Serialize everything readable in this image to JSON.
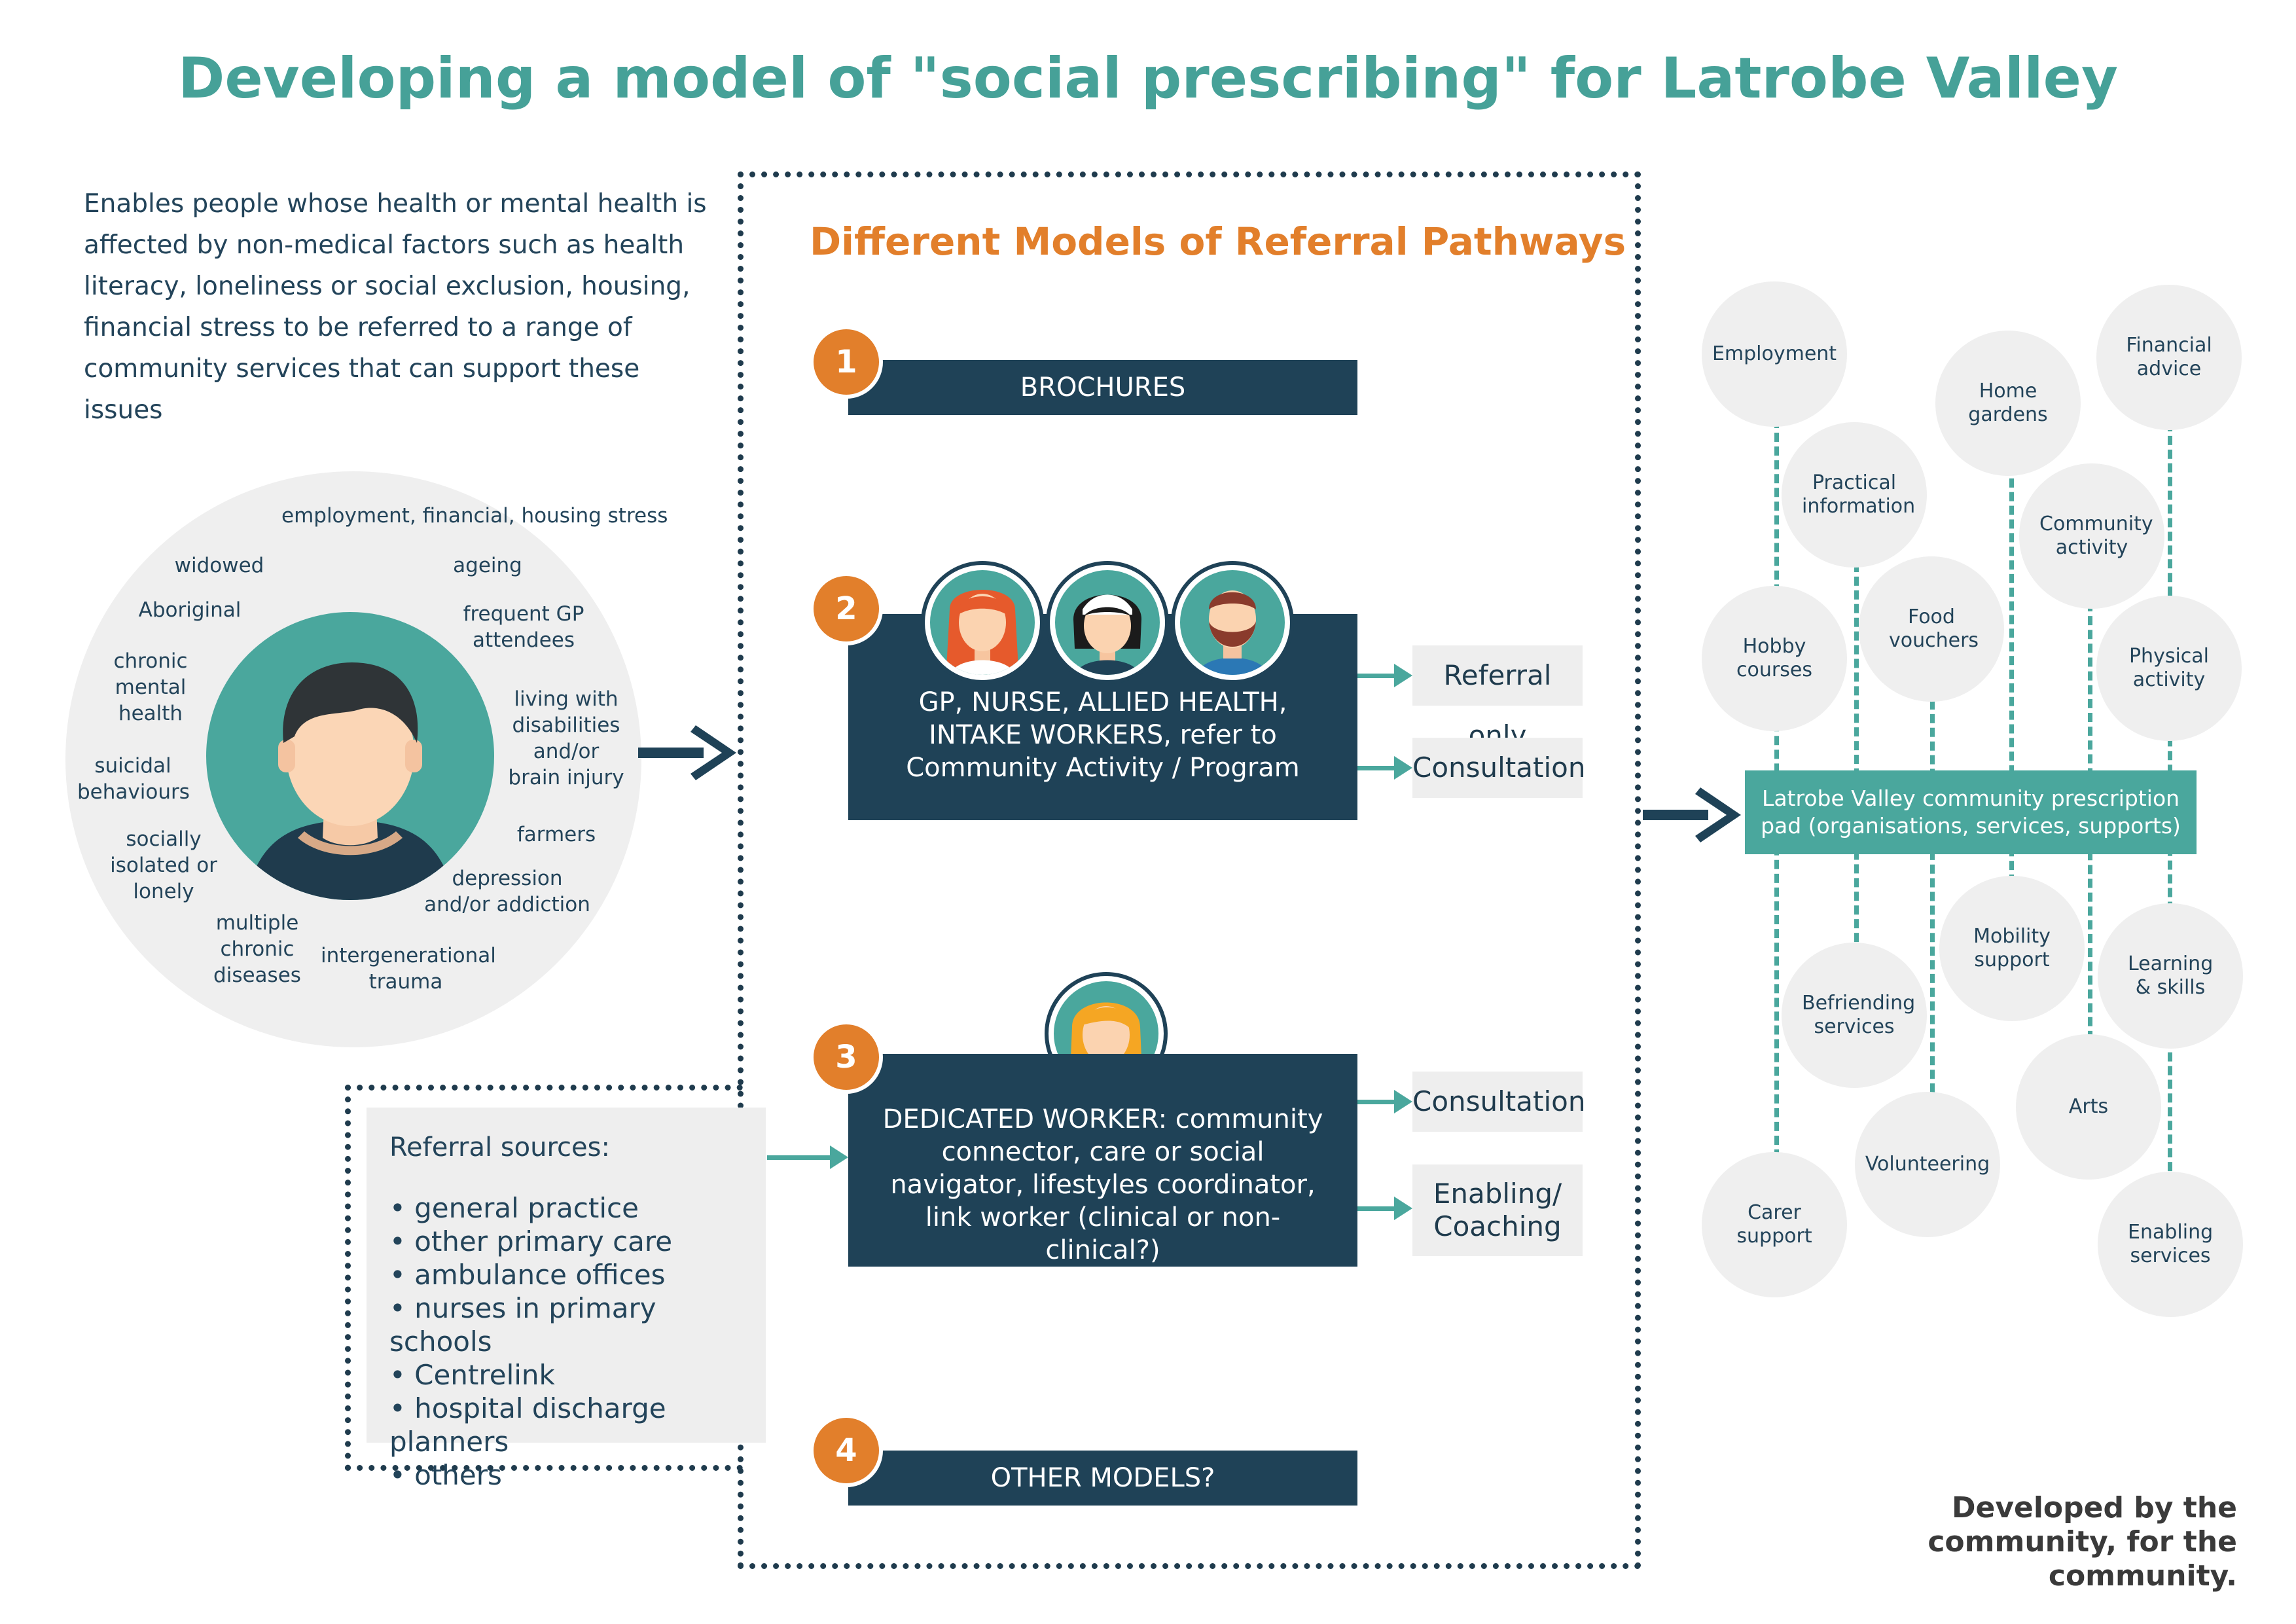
{
  "title": "Developing a model of \"social prescribing\" for Latrobe Valley",
  "intro": "Enables people whose health or mental health is affected by non-medical factors such as health literacy, loneliness or social exclusion, housing, financial stress to be referred to a range of community services that can support these issues",
  "factors": [
    "employment, financial, housing stress",
    "widowed",
    "ageing",
    "Aboriginal",
    "frequent GP attendees",
    "chronic mental health",
    "living with disabilities and/or brain injury",
    "suicidal behaviours",
    "farmers",
    "socially isolated or lonely",
    "depression and/or addiction",
    "multiple chronic diseases",
    "intergenerational trauma"
  ],
  "models": {
    "title": "Different Models of Referral Pathways",
    "items": [
      {
        "number": "1",
        "label": "BROCHURES"
      },
      {
        "number": "2",
        "label": "GP, NURSE, ALLIED HEALTH, INTAKE WORKERS, refer to Community Activity / Program"
      },
      {
        "number": "3",
        "label": "DEDICATED WORKER: community connector, care  or social navigator, lifestyles coordinator, link worker (clinical or non-clinical?)"
      },
      {
        "number": "4",
        "label": "OTHER MODELS?"
      }
    ],
    "outcomes2": [
      "Referral only",
      "Consultation"
    ],
    "outcomes3": [
      "Consultation",
      "Enabling/ Coaching"
    ]
  },
  "referral_sources": {
    "title": "Referral sources:",
    "items": [
      "general practice",
      "other primary care",
      "ambulance offices",
      "nurses in primary schools",
      "Centrelink",
      "hospital discharge planners",
      "others"
    ]
  },
  "prescription_pad": "Latrobe Valley community prescription pad (organisations, services, supports)",
  "resources_top": [
    "Employment",
    "Financial advice",
    "Home gardens",
    "Practical information",
    "Community activity",
    "Hobby courses",
    "Food vouchers",
    "Physical activity"
  ],
  "resources_bottom": [
    "Mobility support",
    "Learning & skills",
    "Befriending services",
    "Arts",
    "Volunteering",
    "Carer support",
    "Enabling services"
  ],
  "credit": "Developed by the community, for the community.",
  "colors": {
    "teal": "#4aa79d",
    "navy": "#1f4257",
    "orange": "#e27f2b",
    "grey": "#efefef"
  }
}
